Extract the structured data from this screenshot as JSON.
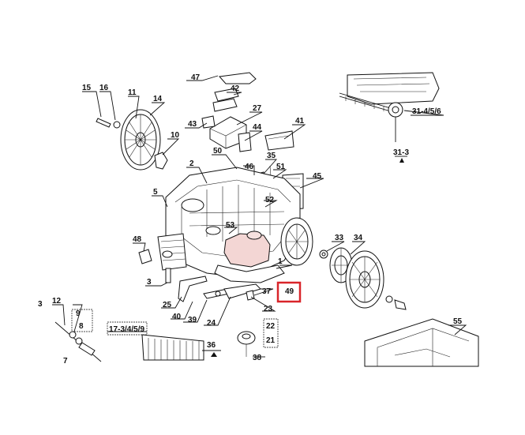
{
  "diagram": {
    "highlighted_label": "49",
    "highlight_color": "#d9252a",
    "tinted_part_color": "#f3d6d4",
    "callouts": [
      "47",
      "42",
      "27",
      "43",
      "44",
      "41",
      "15",
      "16",
      "11",
      "14",
      "10",
      "50",
      "46",
      "35",
      "51",
      "45",
      "2",
      "5",
      "52",
      "53",
      "48",
      "3",
      "1",
      "33",
      "34",
      "37",
      "49",
      "25",
      "40",
      "39",
      "24",
      "23",
      "31-4/5/6",
      "31-3",
      "12",
      "9",
      "8",
      "7",
      "17-3/4/5/9",
      "36",
      "22",
      "21",
      "38",
      "55"
    ]
  }
}
